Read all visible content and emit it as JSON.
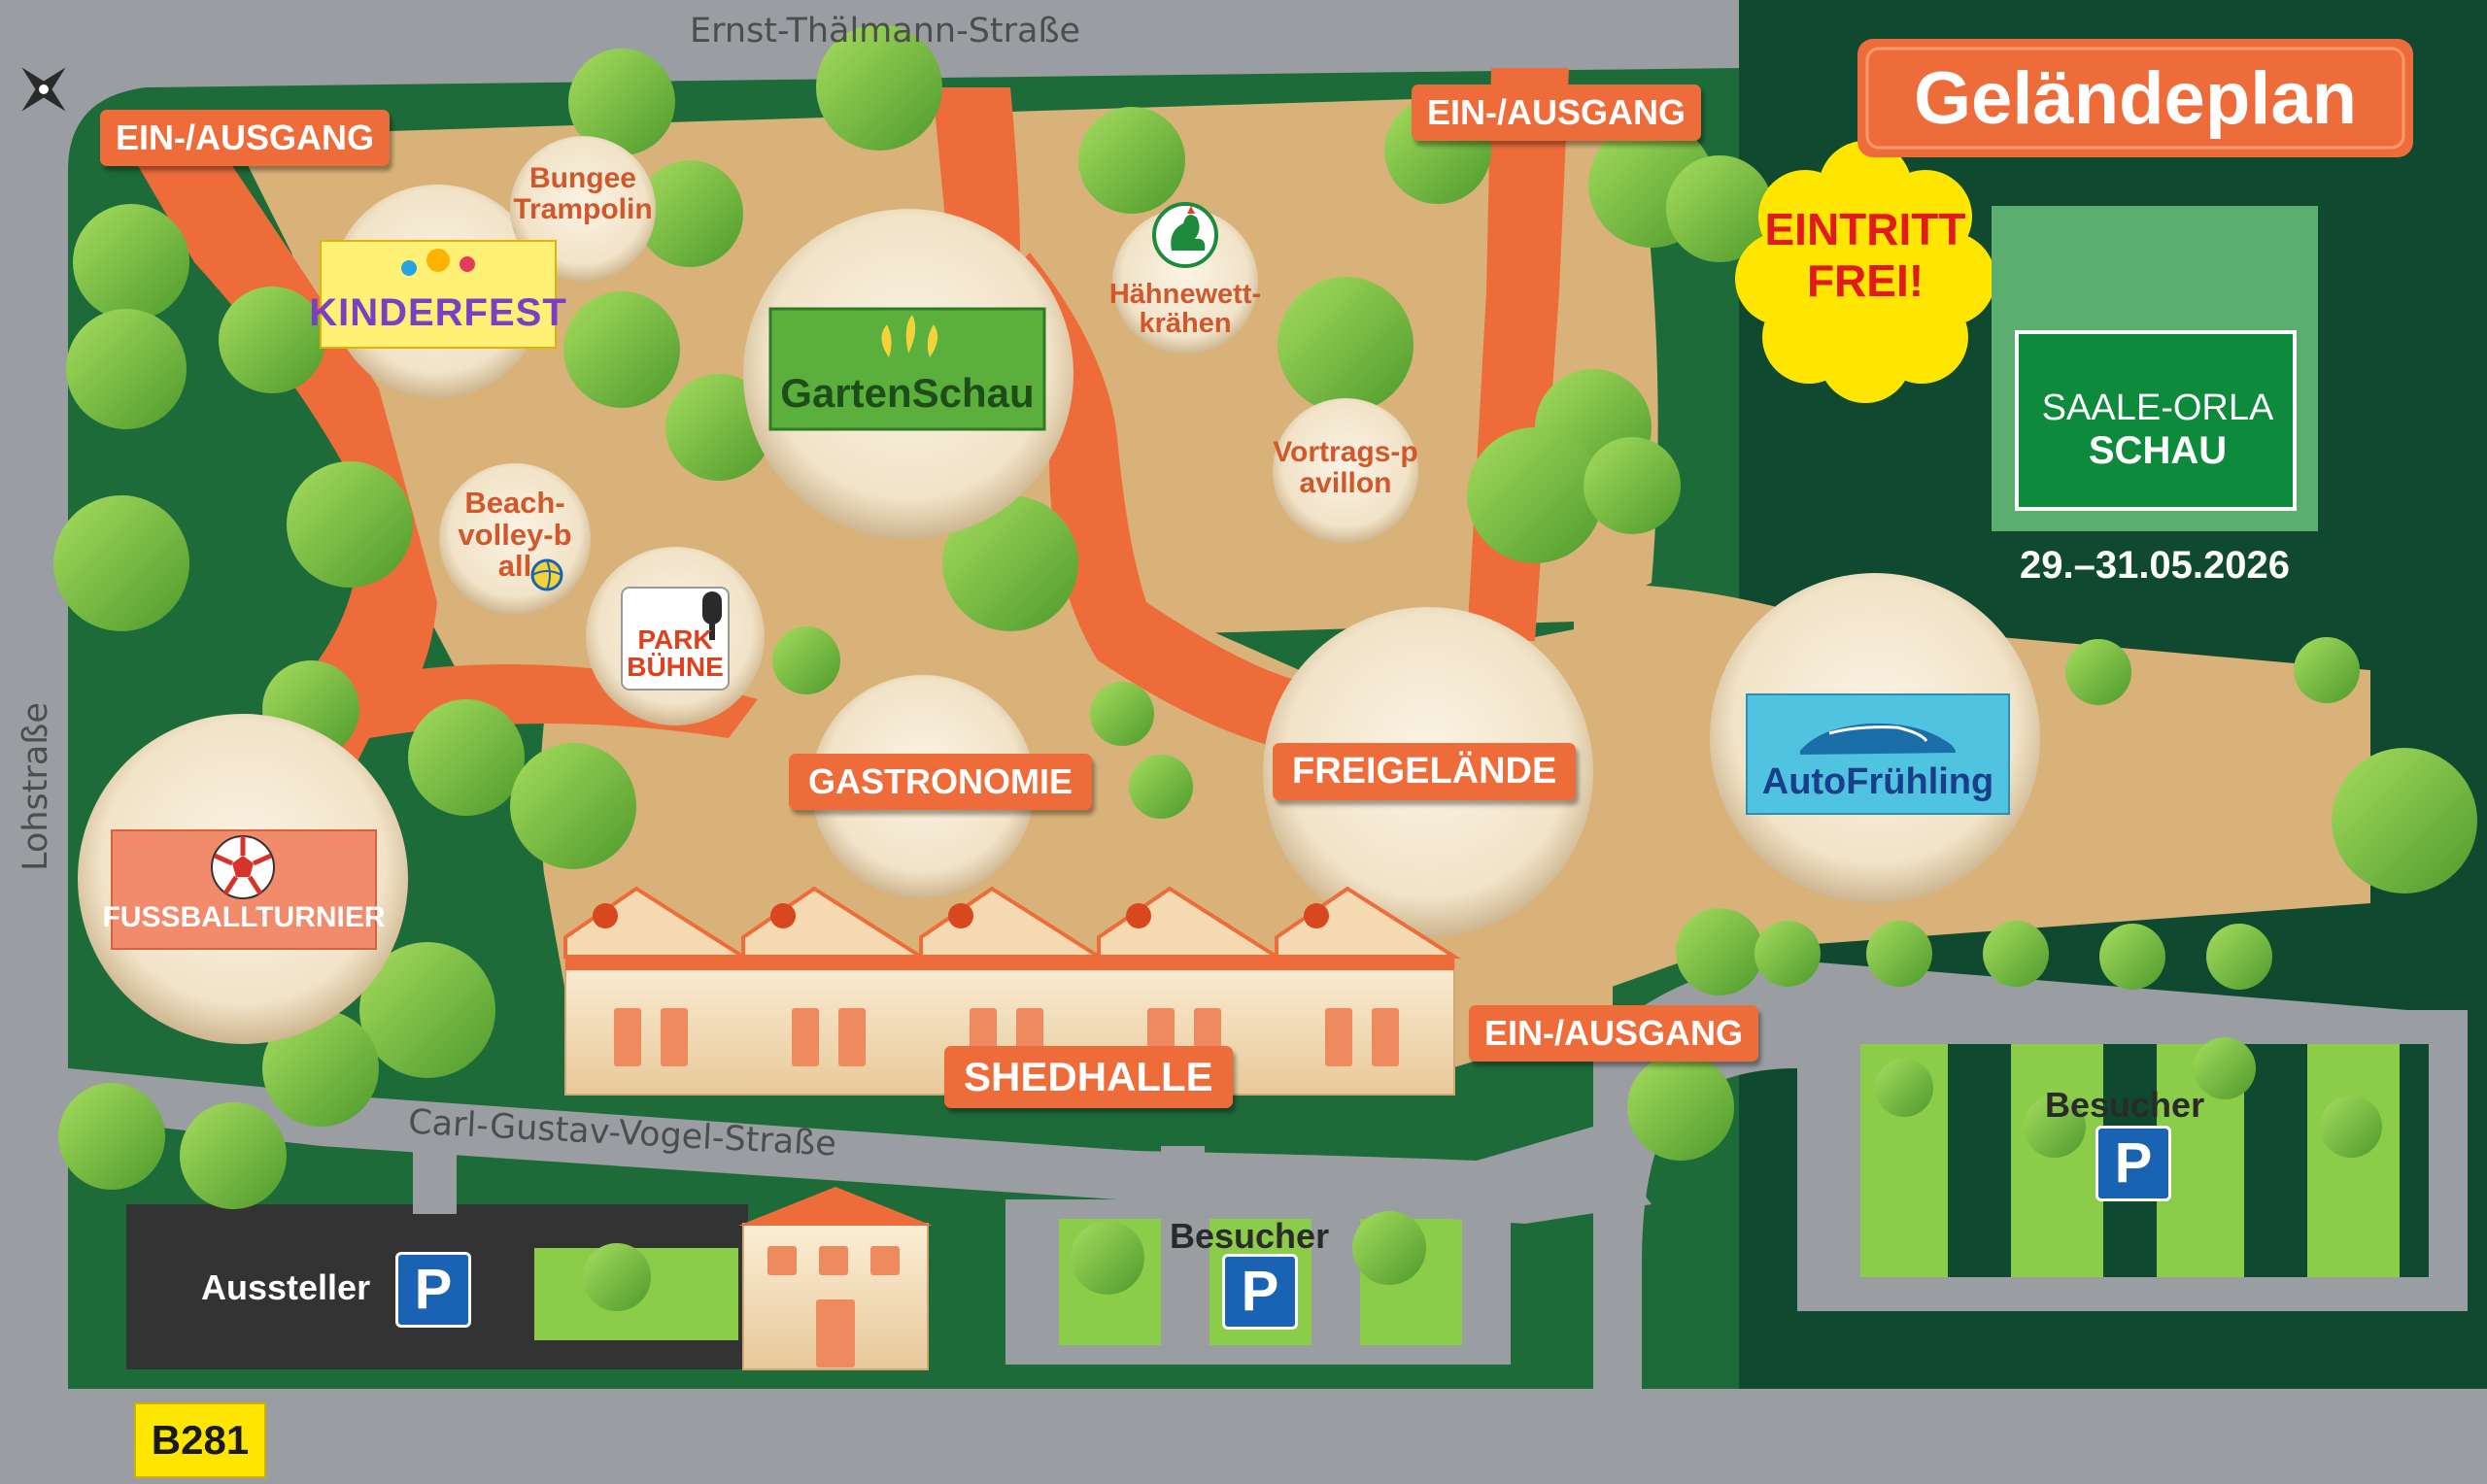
{
  "title": "Geländeplan",
  "badge": {
    "line1": "EINTRITT",
    "line2": "FREI!"
  },
  "event": {
    "line1": "SAALE-ORLA",
    "line2": "SCHAU",
    "date": "29.–31.05.2026"
  },
  "streets": {
    "north": "Ernst-Thälmann-Straße",
    "west": "Lohstraße",
    "south": "Carl-Gustav-Vogel-Straße",
    "highway": "B281"
  },
  "gates": [
    "EIN-/AUSGANG",
    "EIN-/AUSGANG",
    "EIN-/AUSGANG"
  ],
  "venues": {
    "kinderfest": "KINDERFEST",
    "bungee": "Bungee Trampolin",
    "gartenschau": "GartenSchau",
    "haehne": "Hähnewett-krähen",
    "vortrag": "Vortrags-pavillon",
    "beach": "Beach-volley-ball",
    "parkbuehne": "PARK BÜHNE",
    "gastronomie": "GASTRONOMIE",
    "freigelaende": "FREIGELÄNDE",
    "autofruehling": "AutoFrühling",
    "fussball": "FUSSBALLTURNIER",
    "shedhalle": "SHEDHALLE"
  },
  "parking": {
    "exhibitor": "Aussteller",
    "visitor1": "Besucher",
    "visitor2": "Besucher",
    "symbol": "P"
  },
  "icons": [
    "compass-icon",
    "soccer-ball-icon",
    "volleyball-icon",
    "microphone-icon",
    "rooster-icon",
    "car-icon",
    "sprout-icon",
    "sun-icon"
  ],
  "colors": {
    "forest": "#0f4a30",
    "grass": "#1e6b3a",
    "ground": "#d9b27a",
    "path": "#ee6c3a",
    "road": "#9a9ea2",
    "parking_dark": "#333333",
    "accent_yellow": "#ffe600",
    "saale_green": "#0e8a3c",
    "auto_blue": "#4fc3e0",
    "p_blue": "#1a63b4"
  }
}
